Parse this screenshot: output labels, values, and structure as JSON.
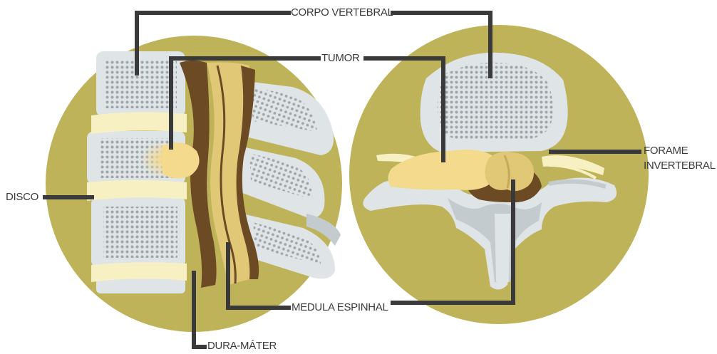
{
  "labels": {
    "corpo_vertebral": "CORPO VERTEBRAL",
    "tumor": "TUMOR",
    "forame_line1": "FORAME",
    "forame_line2": "INVERTEBRAL",
    "disco": "DISCO",
    "medula_espinhal": "MEDULA ESPINHAL",
    "dura_mater": "DURA-MÁTER"
  },
  "colors": {
    "background_circle": "#bfb35a",
    "bone": "#dfe4e6",
    "bone_shadow": "#c3cbcf",
    "bone_dots": "#9ea6ab",
    "disc": "#f6f0c3",
    "dura_mater": "#6b4a24",
    "spinal_cord": "#e0c877",
    "tumor": "#f4da8c",
    "leader_lines": "#3a3a3a"
  }
}
